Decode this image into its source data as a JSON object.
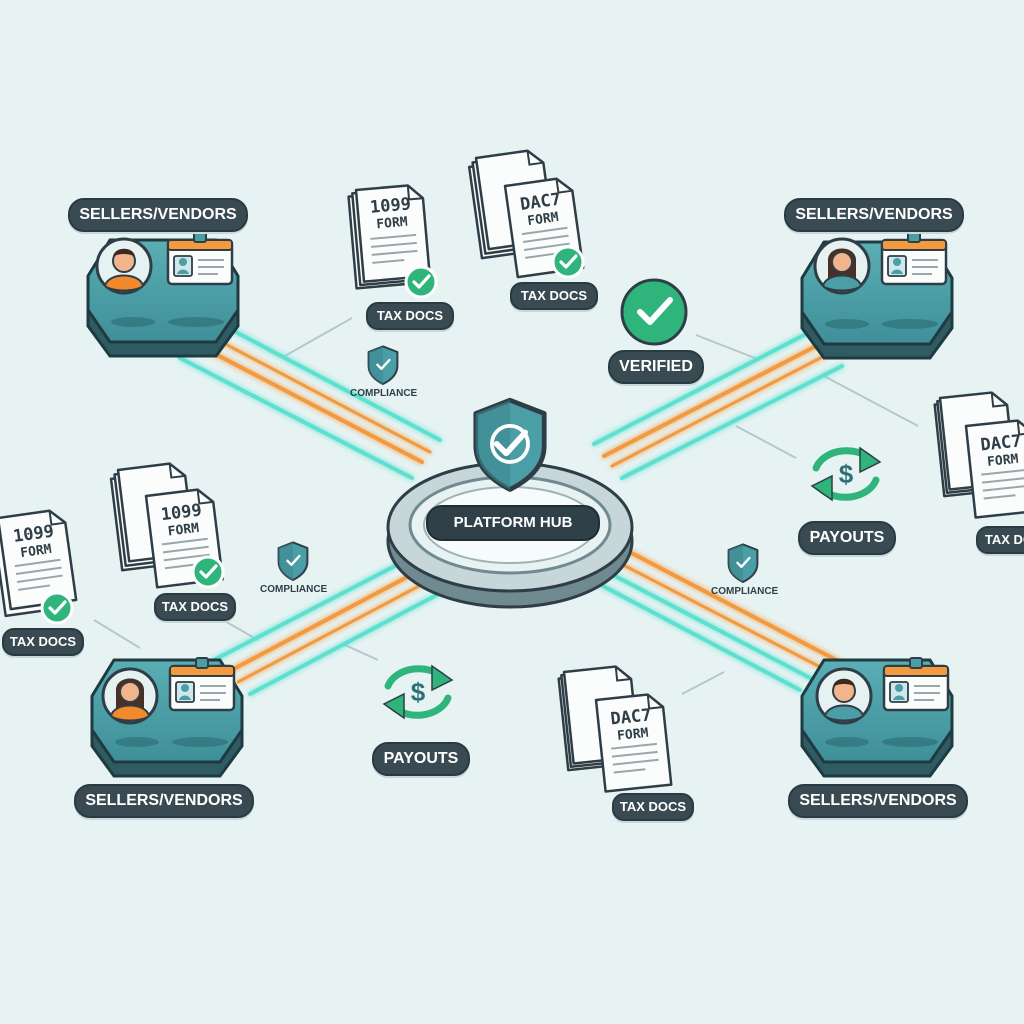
{
  "hub": {
    "label": "PLATFORM HUB"
  },
  "sellers": [
    {
      "label": "SELLERS/VENDORS",
      "avatar": "male-seller"
    },
    {
      "label": "SELLERS/VENDORS",
      "avatar": "female-seller"
    },
    {
      "label": "SELLERS/VENDORS",
      "avatar": "female-seller"
    },
    {
      "label": "SELLERS/VENDORS",
      "avatar": "male-seller"
    }
  ],
  "tax_docs": [
    {
      "form_line1": "1099",
      "form_line2": "FORM",
      "caption": "TAX DOCS"
    },
    {
      "form_line1": "DAC7",
      "form_line2": "FORM",
      "caption": "TAX DOCS"
    },
    {
      "form_line1": "1099",
      "form_line2": "FORM",
      "caption": "TAX DOCS"
    },
    {
      "form_line1": "1099",
      "form_line2": "FORM",
      "caption": "TAX DOCS"
    },
    {
      "form_line1": "DAC7",
      "form_line2": "FORM",
      "caption": "TAX DOCS"
    },
    {
      "form_line1": "DAC7",
      "form_line2": "FORM",
      "caption": "TAX DOCS"
    }
  ],
  "compliance": [
    {
      "label": "COMPLIANCE"
    },
    {
      "label": "COMPLIANCE"
    },
    {
      "label": "COMPLIANCE"
    }
  ],
  "payouts": [
    {
      "label": "PAYOUTS",
      "icon": "dollar-cycle-icon"
    },
    {
      "label": "PAYOUTS",
      "icon": "dollar-cycle-icon"
    }
  ],
  "verified": {
    "label": "VERIFIED",
    "icon": "check-circle-icon"
  },
  "colors": {
    "background": "#e7f3f3",
    "teal": "#4a9ea6",
    "dark_teal": "#2f6f78",
    "orange": "#f29a3d",
    "green": "#2fb57c",
    "glow_teal": "#5fe0cf",
    "pill": "#3a4a52"
  }
}
